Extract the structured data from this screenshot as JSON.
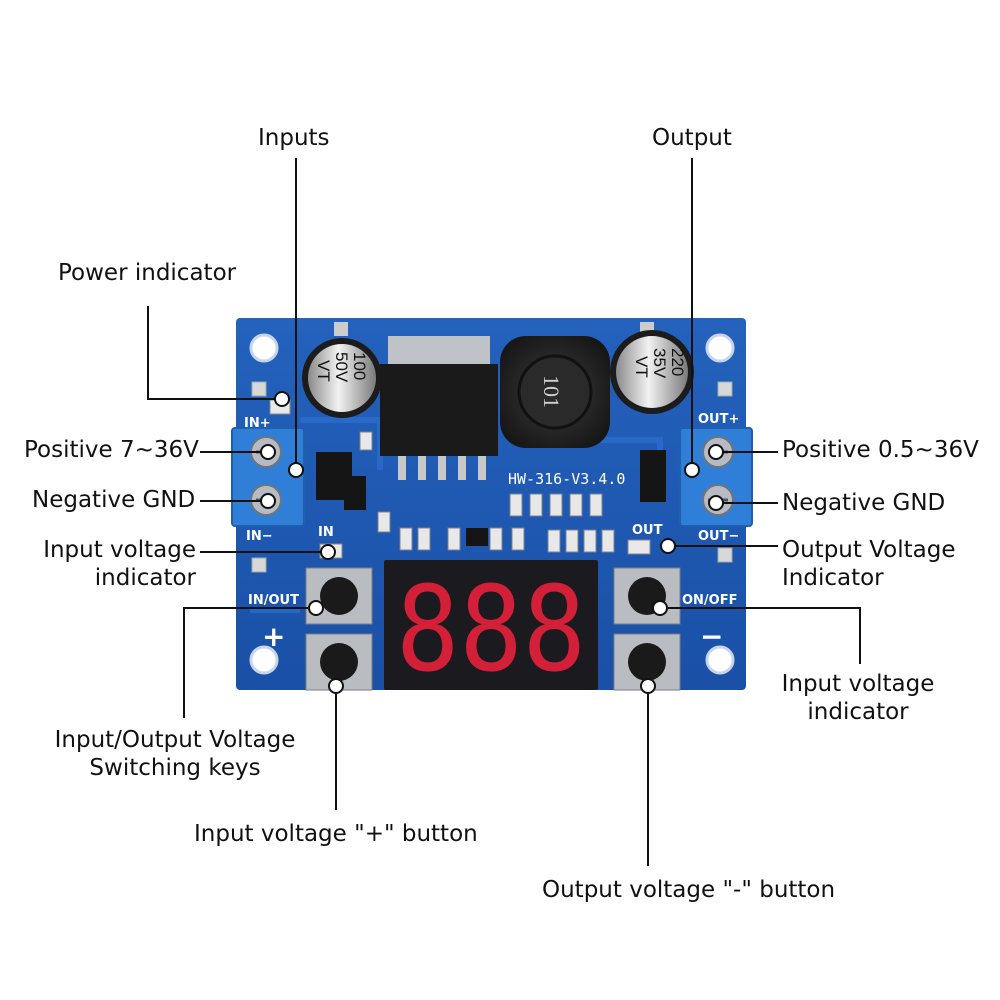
{
  "labels": {
    "inputs": "Inputs",
    "output": "Output",
    "power_indicator": "Power indicator",
    "positive_in": "Positive 7~36V",
    "negative_in": "Negative GND",
    "input_voltage_indicator": [
      "Input voltage",
      "indicator"
    ],
    "positive_out": "Positive 0.5~36V",
    "negative_out": "Negative GND",
    "output_voltage_indicator": [
      "Output Voltage",
      "Indicator"
    ],
    "input_voltage_indicator_right": [
      "Input voltage",
      "indicator"
    ],
    "switching_keys": [
      "Input/Output Voltage",
      "Switching keys"
    ],
    "plus_button": "Input voltage \"+\" button",
    "minus_button": "Output voltage \"-\" button"
  },
  "board": {
    "model": "HW-316-V3.4.0",
    "silk_in_plus": "IN+",
    "silk_in_minus": "IN−",
    "silk_out_plus": "OUT+",
    "silk_out_minus": "OUT−",
    "silk_in": "IN",
    "silk_out": "OUT",
    "silk_in_out": "IN/OUT",
    "silk_on_off": "ON/OFF",
    "silk_plus": "+",
    "silk_minus": "−",
    "cap_left": [
      "100",
      "50V",
      "VT"
    ],
    "cap_right": [
      "220",
      "35V",
      "VT"
    ],
    "inductor": "101",
    "display": "888"
  },
  "colors": {
    "pcb": "#1f5bb5",
    "terminal": "#2f7fd8",
    "display": "#1b1b1f",
    "segment": "#e8203a"
  }
}
